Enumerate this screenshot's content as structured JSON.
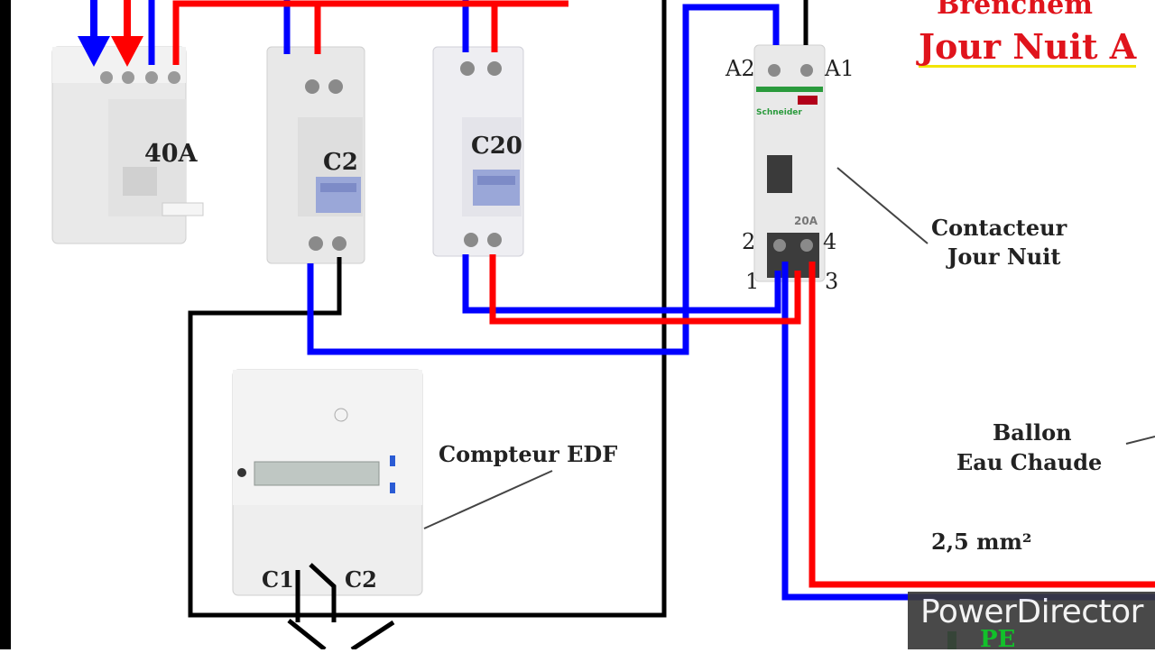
{
  "title": {
    "line1": "Brenchem",
    "line2": "Jour Nuit A"
  },
  "breakers": [
    {
      "rating": "40A"
    },
    {
      "rating": "C2"
    },
    {
      "rating": "C20"
    }
  ],
  "contactor": {
    "brand": "Schneider",
    "rating": "20A",
    "terminals": {
      "a2": "A2",
      "a1": "A1",
      "t1": "1",
      "t2": "2",
      "t3": "3",
      "t4": "4"
    },
    "callout": [
      "Contacteur",
      "Jour Nuit"
    ]
  },
  "meter": {
    "callout": "Compteur EDF",
    "contacts": {
      "c1": "C1",
      "c2": "C2"
    }
  },
  "heater": {
    "callout": [
      "Ballon",
      "Eau Chaude"
    ]
  },
  "cable_section": "2,5 mm²",
  "ground_label": "PE",
  "watermark": "PowerDirector",
  "colors": {
    "phase": "#ff0000",
    "neutral": "#0000ff",
    "control": "#000000",
    "ground": "#12c12a",
    "title": "#e0141c",
    "title_underline": "#f2e400"
  }
}
